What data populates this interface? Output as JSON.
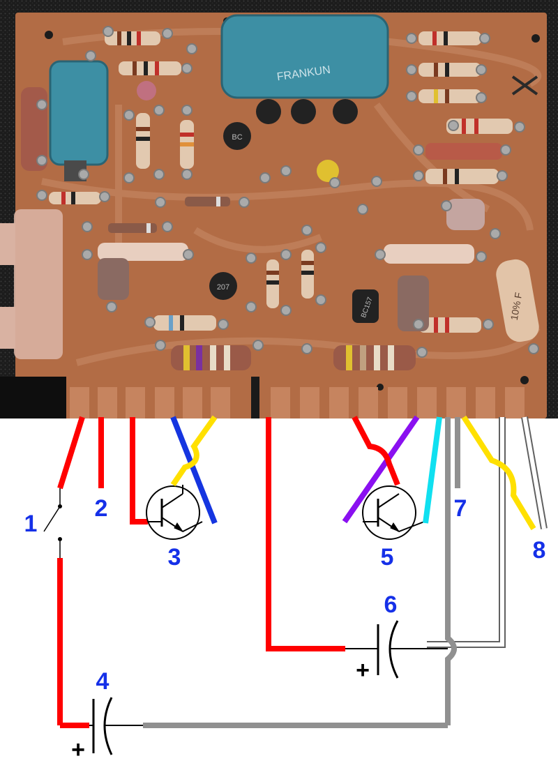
{
  "board_photo": {
    "printed_text": [
      "FRANKUN",
      "10% F",
      "BC157",
      "BC",
      "207"
    ]
  },
  "labels": {
    "switch": "1",
    "terminal_2": "2",
    "transistor_left": "3",
    "capacitor_bottom": "4",
    "transistor_right": "5",
    "capacitor_middle": "6",
    "wire_7": "7",
    "wire_8": "8"
  },
  "capacitor_polarity": {
    "bottom": "+",
    "middle": "+"
  },
  "colors": {
    "label": "#1530e8",
    "red_wire": "#ff0000",
    "blue_wire": "#1535e0",
    "yellow_wire": "#ffe000",
    "purple_wire": "#8a10f0",
    "cyan_wire": "#10e0f0",
    "gray_wire": "#909090",
    "white_wire_outline": "#606060",
    "board": "#b26c45",
    "background_carpet": "#1c1c1c"
  }
}
